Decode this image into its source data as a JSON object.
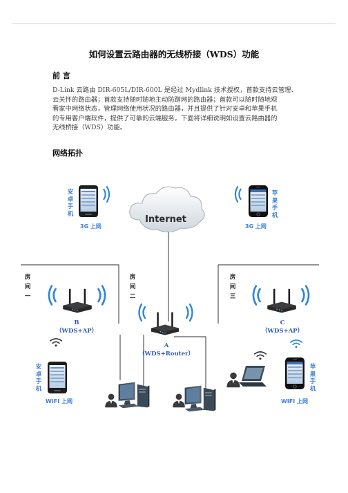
{
  "document": {
    "title": "如何设置云路由器的无线桥接（WDS）功能",
    "preface_heading": "前 言",
    "preface_lines": [
      "D-Link 云路由 DIR-605L/DIR-600L 是经过 Mydlink 技术授权，首款支持云管理、",
      "云关怀的路由器；首款支持随时随地主动防蹭网的路由器；首款可以随时随地观",
      "看家中网络状态，管理网络使用状况的路由器，并且提供了针对安卓和苹果手机",
      "的专用客户端软件，提供了可靠的云端服务。下面将详细说明如设置云路由器的",
      "无线桥接（WDS）功能。"
    ],
    "topology_heading": "网络拓扑"
  },
  "diagram": {
    "internet_label": "Internet",
    "android_top_label": "安卓手机",
    "android_top_caption": "3G 上网",
    "apple_top_label": "苹果手机",
    "apple_top_caption": "3G 上网",
    "room1": "房间一",
    "room2": "房间二",
    "room3": "房间三",
    "router_b_name": "B",
    "router_b_role": "（WDS+AP）",
    "router_a_name": "A",
    "router_a_role": "（WDS+Router）",
    "router_c_name": "C",
    "router_c_role": "（WDS+AP）",
    "android_bottom_label": "安卓手机",
    "android_bottom_caption": "WIFI 上网",
    "apple_bottom_label": "苹果手机",
    "apple_bottom_caption": "WIFI 上网",
    "colors": {
      "label_blue": "#3d7fd6",
      "caption_blue": "#2e57b8",
      "wifi_blue": "#2f86d8",
      "line_gray": "#555555"
    },
    "icons": [
      "android-phone-icon",
      "iphone-icon",
      "cloud-icon",
      "router-icon",
      "wifi-waves-icon",
      "desktop-pc-icon",
      "laptop-icon",
      "user-icon"
    ]
  }
}
